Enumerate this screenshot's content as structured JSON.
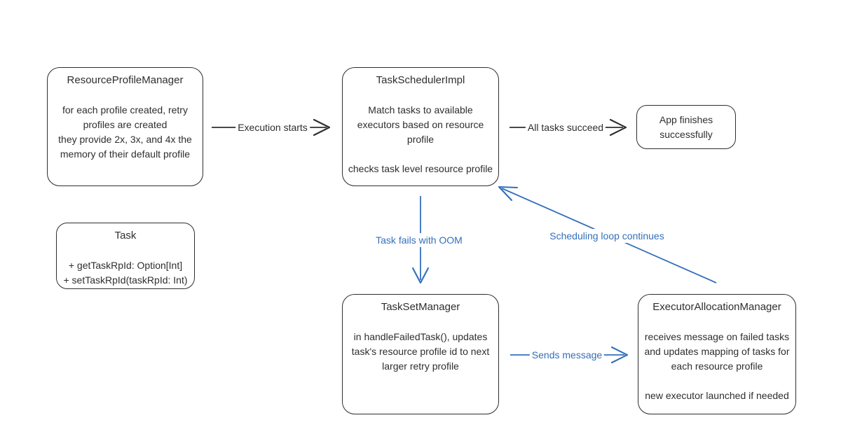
{
  "diagram": {
    "nodes": {
      "resource_profile_manager": {
        "title": "ResourceProfileManager",
        "body": "for each profile created, retry\nprofiles are created\nthey provide 2x, 3x, and 4x the\nmemory of their default profile"
      },
      "task_scheduler_impl": {
        "title": "TaskSchedulerImpl",
        "body": "Match tasks to available\nexecutors based on resource\nprofile\n\nchecks task level resource profile"
      },
      "app_finishes": {
        "body": "App finishes\nsuccessfully"
      },
      "task": {
        "title": "Task",
        "body": "+ getTaskRpId: Option[Int]\n+ setTaskRpId(taskRpId: Int)"
      },
      "task_set_manager": {
        "title": "TaskSetManager",
        "body": "in handleFailedTask(), updates\ntask's resource profile id to next\nlarger retry profile"
      },
      "executor_allocation_manager": {
        "title": "ExecutorAllocationManager",
        "body": "receives message on failed tasks\nand updates mapping of tasks for\neach resource profile\n\nnew executor launched if needed"
      }
    },
    "edges": {
      "execution_starts": {
        "label": "Execution starts"
      },
      "all_tasks_succeed": {
        "label": "All tasks succeed"
      },
      "task_fails_oom": {
        "label": "Task fails with OOM"
      },
      "sends_message": {
        "label": "Sends message"
      },
      "scheduling_loop": {
        "label": "Scheduling loop continues"
      }
    },
    "colors": {
      "stroke_dark": "#2e2e2e",
      "stroke_blue": "#336fba",
      "background": "#ffffff"
    }
  }
}
